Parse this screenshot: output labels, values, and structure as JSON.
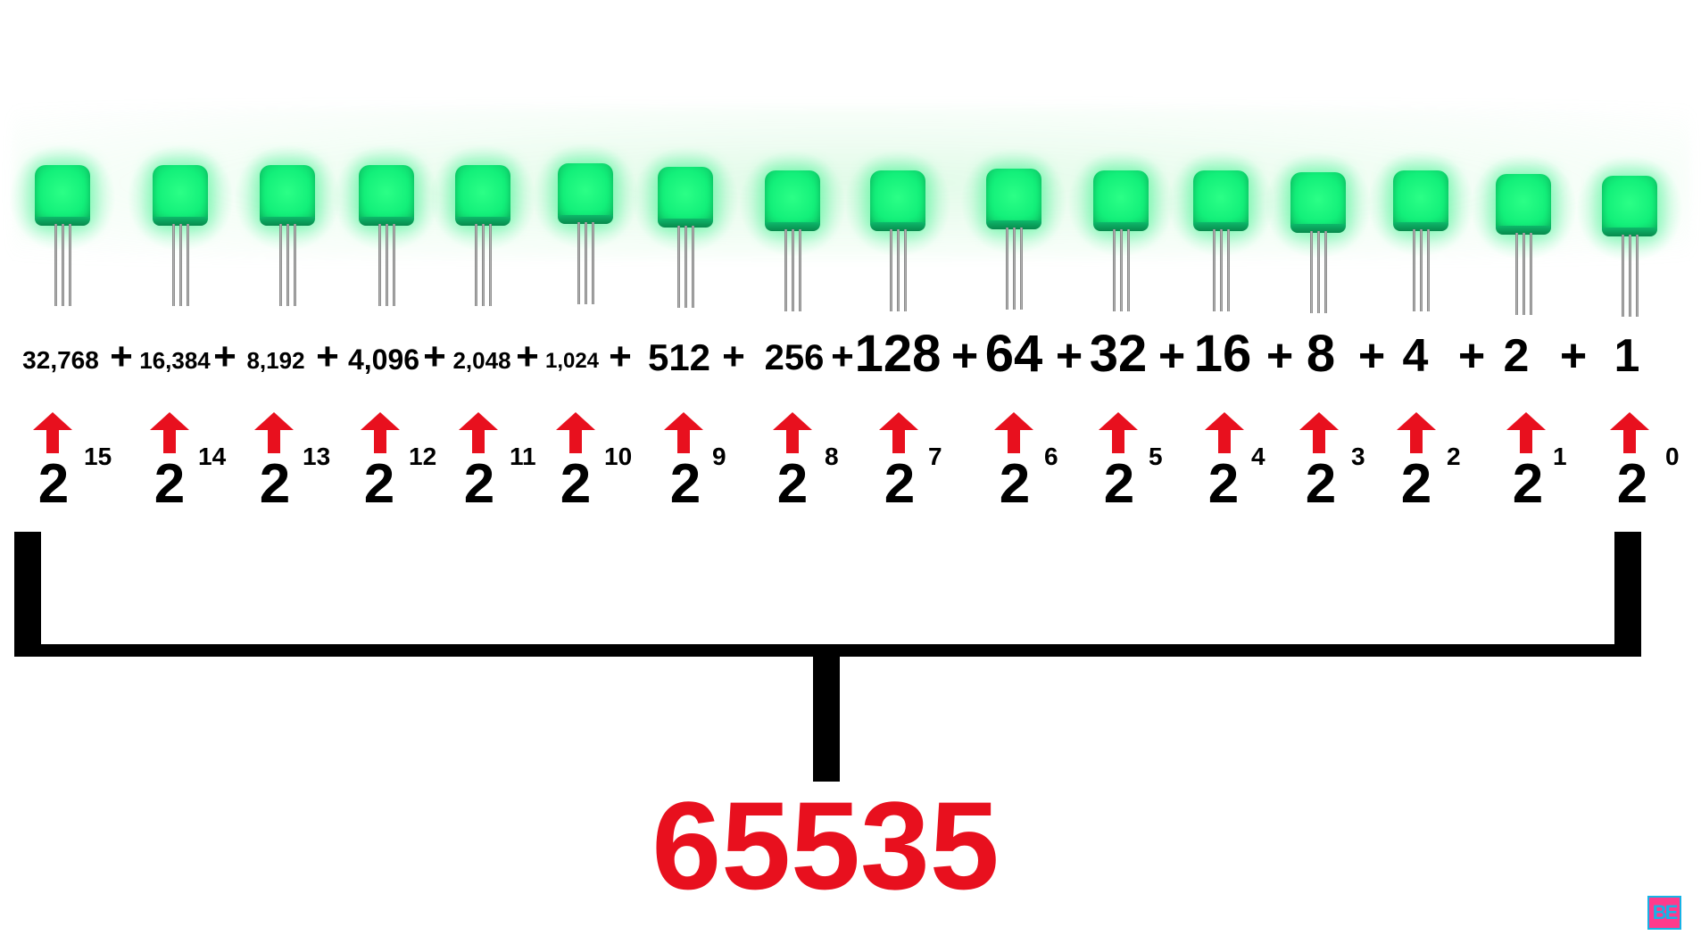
{
  "terms": [
    {
      "value": "32,768",
      "exponent": "15"
    },
    {
      "value": "16,384",
      "exponent": "14"
    },
    {
      "value": "8,192",
      "exponent": "13"
    },
    {
      "value": "4,096",
      "exponent": "12"
    },
    {
      "value": "2,048",
      "exponent": "11"
    },
    {
      "value": "1,024",
      "exponent": "10"
    },
    {
      "value": "512",
      "exponent": "9"
    },
    {
      "value": "256",
      "exponent": "8"
    },
    {
      "value": "128",
      "exponent": "7"
    },
    {
      "value": "64",
      "exponent": "6"
    },
    {
      "value": "32",
      "exponent": "5"
    },
    {
      "value": "16",
      "exponent": "4"
    },
    {
      "value": "8",
      "exponent": "3"
    },
    {
      "value": "4",
      "exponent": "2"
    },
    {
      "value": "2",
      "exponent": "1"
    },
    {
      "value": "1",
      "exponent": "0"
    }
  ],
  "operator": "+",
  "base": "2",
  "total": "65535",
  "led_state": "all-on",
  "colors": {
    "led": "#13f07a",
    "arrow": "#e8101e",
    "total": "#e8101e",
    "bracket": "#000000"
  },
  "logo": {
    "icon": "be-logo-icon",
    "text": "BE"
  }
}
